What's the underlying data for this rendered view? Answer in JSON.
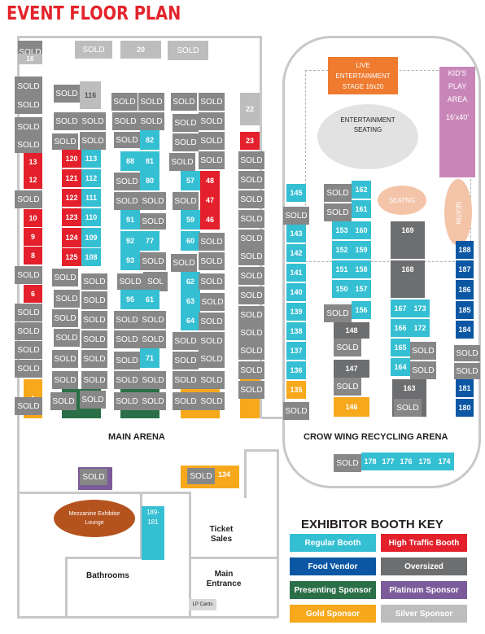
{
  "title": "EVENT FLOOR PLAN",
  "areas": {
    "main_arena": "MAIN ARENA",
    "crow_wing": "CROW WING RECYCLING ARENA",
    "live_stage": "LIVE ENTERTAINMENT STAGE 16x20",
    "kids_play": "KID'S PLAY AREA",
    "kids_size": "16'x40'",
    "ent_seating": "ENTERTAINMENT SEATING",
    "seating": "SEATNG",
    "seating_vertical": "SEATIN",
    "mezzanine": "Mezzanine Exhibitor Lounge",
    "booth_189_181": "189-181",
    "ticket_sales": "Ticket Sales",
    "main_entrance": "Main Entrance",
    "bathrooms": "Bathrooms",
    "lp_cards": "LP Cards"
  },
  "sold_label": "SOLD",
  "booths": {
    "b16": "16",
    "b20": "20",
    "b22": "22",
    "b23": "23",
    "b116": "116",
    "b13": "13",
    "b12": "12",
    "b10": "10",
    "b9": "9",
    "b8": "8",
    "b6": "6",
    "b1": "1",
    "b120": "120",
    "b121": "121",
    "b122": "122",
    "b123": "123",
    "b124": "124",
    "b125": "125",
    "b113": "113",
    "b112": "112",
    "b111": "111",
    "b110": "110",
    "b109": "109",
    "b108": "108",
    "b82": "82",
    "b88": "88",
    "b81": "81",
    "b80": "80",
    "b91": "91",
    "b92": "92",
    "b77": "77",
    "b93": "93",
    "b95": "95",
    "b71": "71",
    "b61": "61",
    "bSOL": "SOL",
    "b57": "57",
    "b48": "48",
    "b47": "47",
    "b59": "59",
    "b46": "46",
    "b60": "60",
    "b62": "62",
    "b63": "63",
    "b64": "64",
    "b145": "145",
    "b143": "143",
    "b142": "142",
    "b141": "141",
    "b140": "140",
    "b139": "139",
    "b138": "138",
    "b137": "137",
    "b136": "136",
    "b135": "135",
    "b162": "162",
    "b161": "161",
    "b160": "160",
    "b159": "159",
    "b158": "158",
    "b157": "157",
    "b153": "153",
    "b152": "152",
    "b151": "151",
    "b150": "150",
    "b156": "156",
    "b148": "148",
    "b147": "147",
    "b146": "146",
    "b169": "169",
    "b168": "168",
    "b167": "167",
    "b173": "173",
    "b166": "166",
    "b172": "172",
    "b165": "165",
    "b164": "164",
    "b163": "163",
    "b188": "188",
    "b187": "187",
    "b186": "186",
    "b185": "185",
    "b184": "184",
    "b181": "181",
    "b180": "180",
    "b178": "178",
    "b177": "177",
    "b176": "176",
    "b175": "175",
    "b174": "174",
    "b134": "134"
  },
  "key": {
    "title": "EXHIBITOR BOOTH KEY",
    "regular": "Regular Booth",
    "high_traffic": "High Traffic Booth",
    "food": "Food Vendor",
    "oversized": "Oversized",
    "presenting": "Presenting Sponsor",
    "platinum": "Platinum Sponsor",
    "gold": "Gold Sponsor",
    "silver": "Silver Sponsor"
  },
  "colors": {
    "regular": "#35bfd3",
    "high_traffic": "#e3202b",
    "food": "#0b57a4",
    "oversized": "#6d6e70",
    "presenting": "#2a6f47",
    "platinum": "#7b5b99",
    "gold": "#f7a81b",
    "silver": "#bdbdbd",
    "sold": "#878787",
    "title": "#e3242b",
    "stage": "#ef7b30",
    "kids": "#c886b8",
    "seating": "#f4c4a8"
  }
}
